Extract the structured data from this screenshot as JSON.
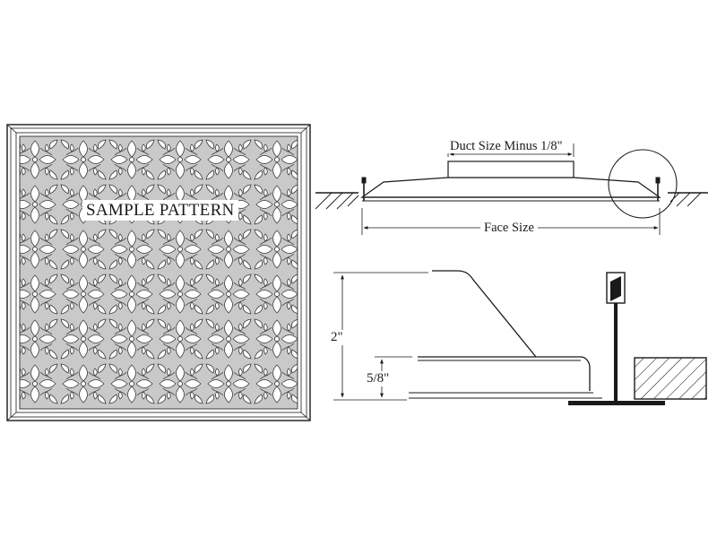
{
  "panel": {
    "sample_label": "SAMPLE PATTERN"
  },
  "section_view": {
    "duct_label": "Duct Size Minus 1/8\"",
    "face_label": "Face Size"
  },
  "detail_view": {
    "height_total": "2\"",
    "height_flange": "5/8\""
  },
  "colors": {
    "line": "#1a1a1a",
    "pattern_bg": "#c9c9c9",
    "pattern_fill": "#ffffff"
  }
}
